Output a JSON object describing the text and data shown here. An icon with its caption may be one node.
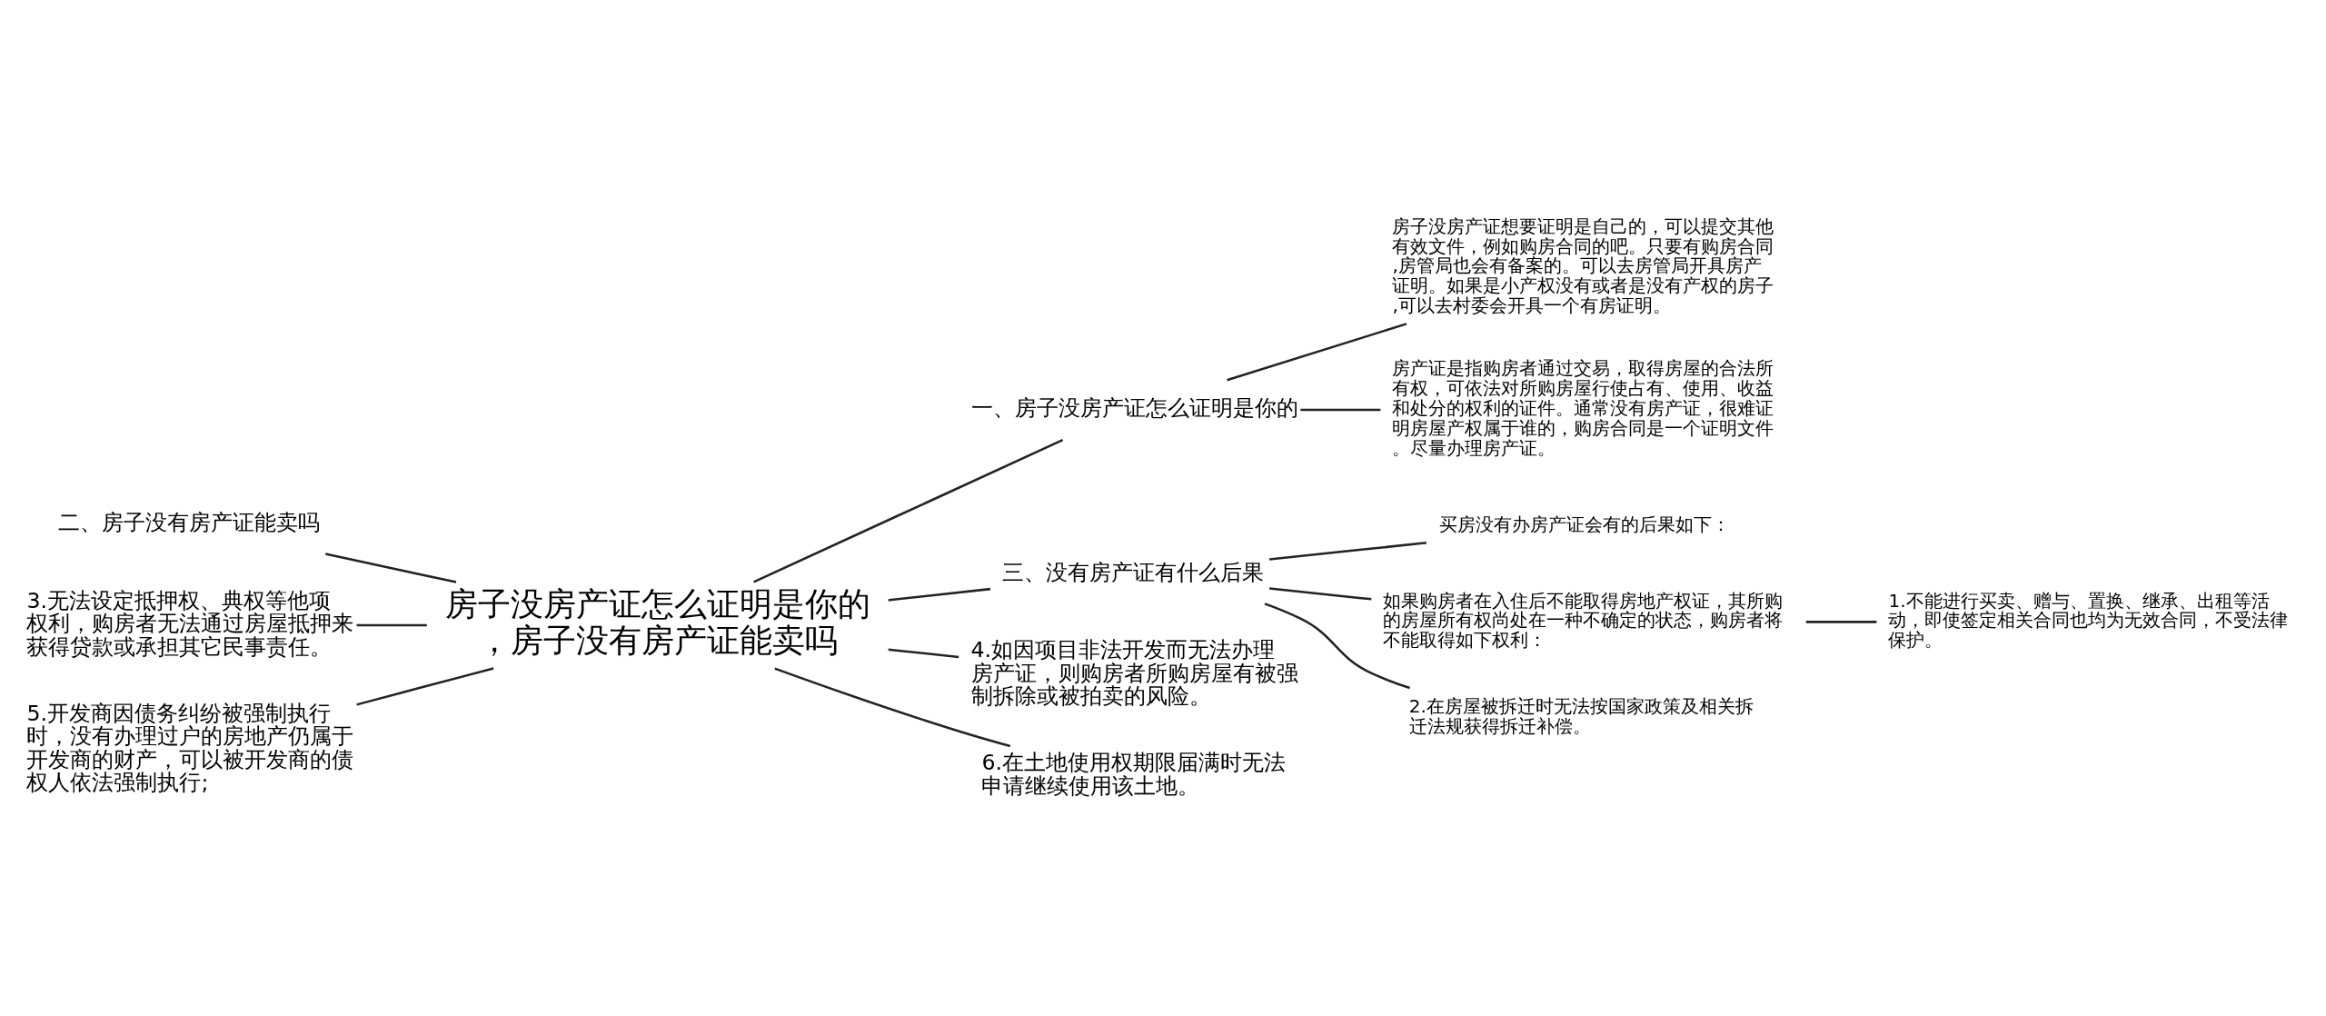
{
  "diagram": {
    "nodes": [
      {
        "text": [
          "房子没房产证怎么证明是你的，房子没有房产证能卖吗"
        ]
      },
      {
        "text": [
          "一、房子没房产证怎么证明是你的"
        ]
      },
      {
        "text": [
          "房子没房产证想要证明是自己的，可以提交其他有效文件，例如购房合同的吧。只要有购房合同,房管局也会有备案的。可以去房管局开具房产证明。如果是小产权没有或者是没有产权的房子,可以去村委会开具一个有房证明。"
        ]
      },
      {
        "text": [
          "房产证是指购房者通过交易，取得房屋的合法所有权，可依法对所购房屋行使占有、使用、收益和处分的权利的证件。通常没有房产证，很难证明房屋产权属于谁的，购房合同是一个证明文件。尽量办理房产证。"
        ]
      },
      {
        "text": [
          "二、房子没有房产证能卖吗"
        ]
      },
      {
        "text": [
          "三、没有房产证有什么后果"
        ]
      },
      {
        "text": [
          "买房没有办房产证会有的后果如下："
        ]
      },
      {
        "text": [
          "如果购房者在入住后不能取得房地产权证，其所购的房屋所有权尚处在一种不确定的状态，购房者将不能取得如下权利："
        ]
      },
      {
        "text": [
          "1.不能进行买卖、赠与、置换、继承、出租等活动，即使签定相关合同也均为无效合同，不受法律保护。"
        ]
      },
      {
        "text": [
          " 2.在房屋被拆迁时无法按国家政策及相关拆迁法规获得拆迁补偿。"
        ]
      },
      {
        "text": [
          "3.无法设定抵押权、典权等他项权利，购房者无法通过房屋抵押来获得贷款或承担其它民事责任。"
        ]
      },
      {
        "text": [
          "5.开发商因债务纠纷被强制执行时，没有办理过户的房地产仍属于开发商的财产，可以被开发商的债权人依法强制执行;"
        ]
      },
      {
        "text": [
          "4.如因项目非法开发而无法办理房产证，则购房者所购房屋有被强制拆除或被拍卖的风险。"
        ]
      },
      {
        "text": [
          "6.在土地使用权期限届满时无法申请继续使用该土地。"
        ]
      }
    ],
    "edges": [
      {
        "from": 0,
        "to": 1,
        "arrow": "none"
      },
      {
        "from": 1,
        "to": 2,
        "arrow": "none"
      },
      {
        "from": 1,
        "to": 3,
        "arrow": "none"
      },
      {
        "from": 4,
        "to": 0,
        "arrow": "none"
      },
      {
        "from": 0,
        "to": 5,
        "arrow": "none"
      },
      {
        "from": 5,
        "to": 6,
        "arrow": "none"
      },
      {
        "from": 5,
        "to": 7,
        "arrow": "none"
      },
      {
        "from": 5,
        "to": 9,
        "arrow": "none"
      },
      {
        "from": 7,
        "to": 8,
        "arrow": "none"
      },
      {
        "from": 10,
        "to": 0,
        "arrow": "none"
      },
      {
        "from": 11,
        "to": 0,
        "arrow": "none"
      },
      {
        "from": 0,
        "to": 12,
        "arrow": "none"
      },
      {
        "from": 0,
        "to": 13,
        "arrow": "none"
      }
    ]
  }
}
